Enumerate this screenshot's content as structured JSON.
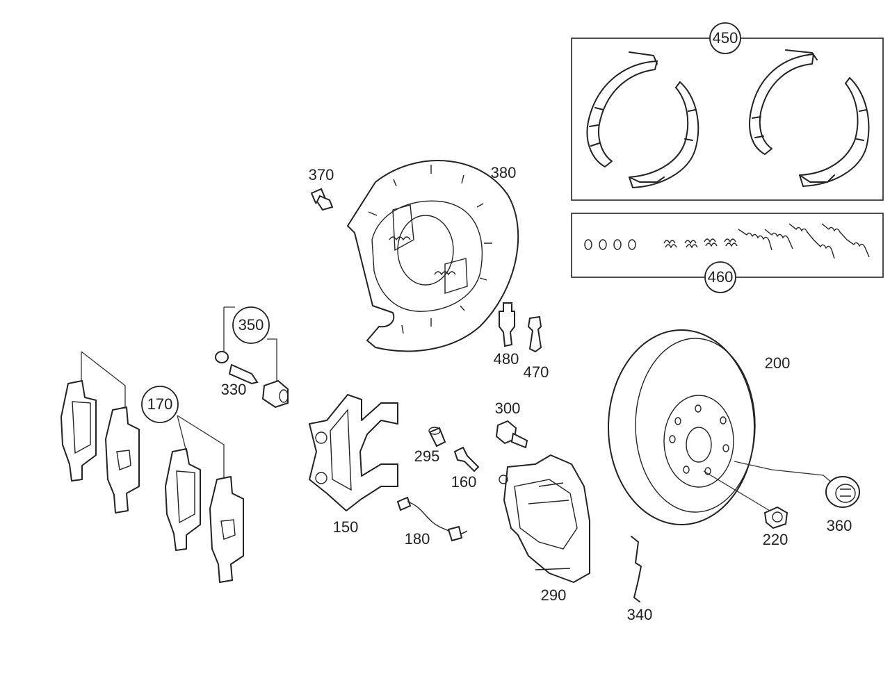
{
  "parts": [
    {
      "id": "150",
      "label": "150"
    },
    {
      "id": "160",
      "label": "160"
    },
    {
      "id": "170",
      "label": "170"
    },
    {
      "id": "180",
      "label": "180"
    },
    {
      "id": "200",
      "label": "200"
    },
    {
      "id": "220",
      "label": "220"
    },
    {
      "id": "290",
      "label": "290"
    },
    {
      "id": "295",
      "label": "295"
    },
    {
      "id": "300",
      "label": "300"
    },
    {
      "id": "330",
      "label": "330"
    },
    {
      "id": "340",
      "label": "340"
    },
    {
      "id": "350",
      "label": "350"
    },
    {
      "id": "360",
      "label": "360"
    },
    {
      "id": "370",
      "label": "370"
    },
    {
      "id": "380",
      "label": "380"
    },
    {
      "id": "450",
      "label": "450"
    },
    {
      "id": "460",
      "label": "460"
    },
    {
      "id": "470",
      "label": "470"
    },
    {
      "id": "480",
      "label": "480"
    }
  ]
}
